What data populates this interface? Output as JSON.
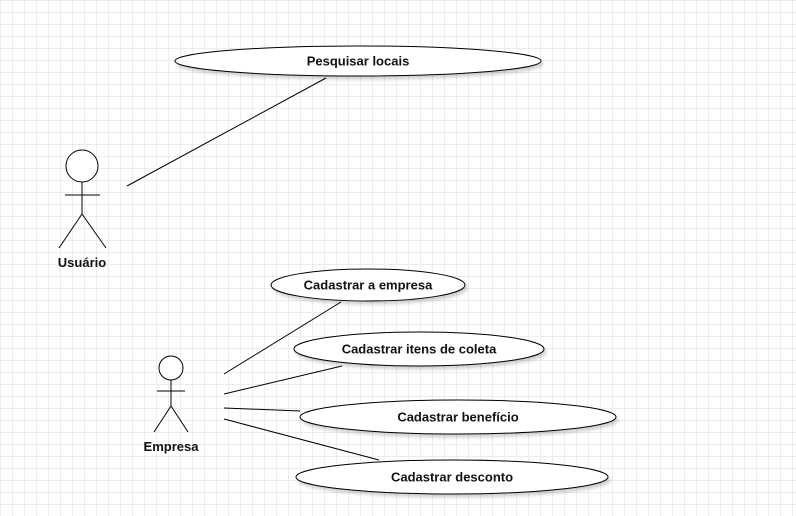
{
  "actors": {
    "usuario": {
      "label": "Usuário"
    },
    "empresa": {
      "label": "Empresa"
    }
  },
  "use_cases": {
    "pesquisar_locais": "Pesquisar locais",
    "cadastrar_empresa": "Cadastrar a empresa",
    "cadastrar_itens": "Cadastrar itens de coleta",
    "cadastrar_beneficio": "Cadastrar benefício",
    "cadastrar_desconto": "Cadastrar desconto"
  }
}
